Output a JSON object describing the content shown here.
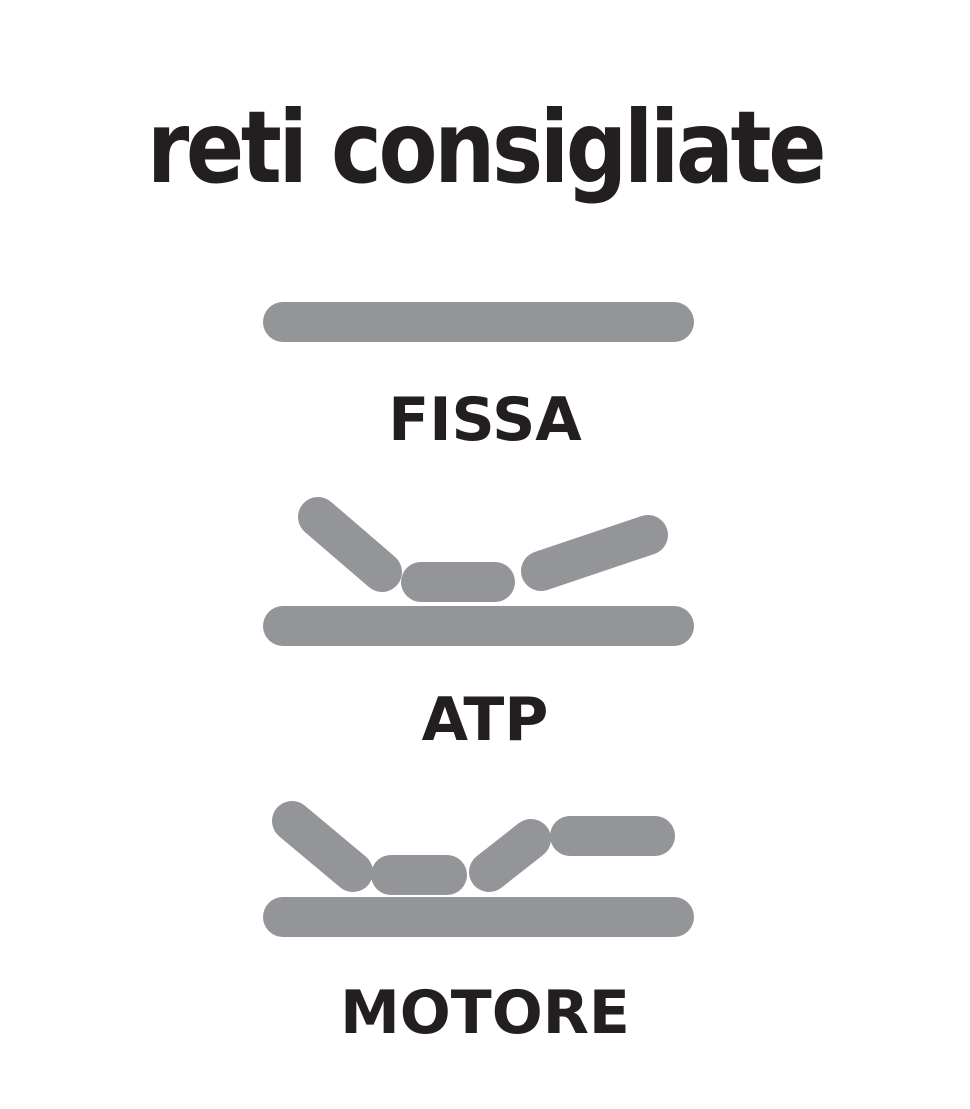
{
  "title": "reti consigliate",
  "bar_color": "#939598",
  "text_color": "#231f20",
  "options": [
    {
      "label": "FISSA"
    },
    {
      "label": "ATP"
    },
    {
      "label": "MOTORE"
    }
  ]
}
